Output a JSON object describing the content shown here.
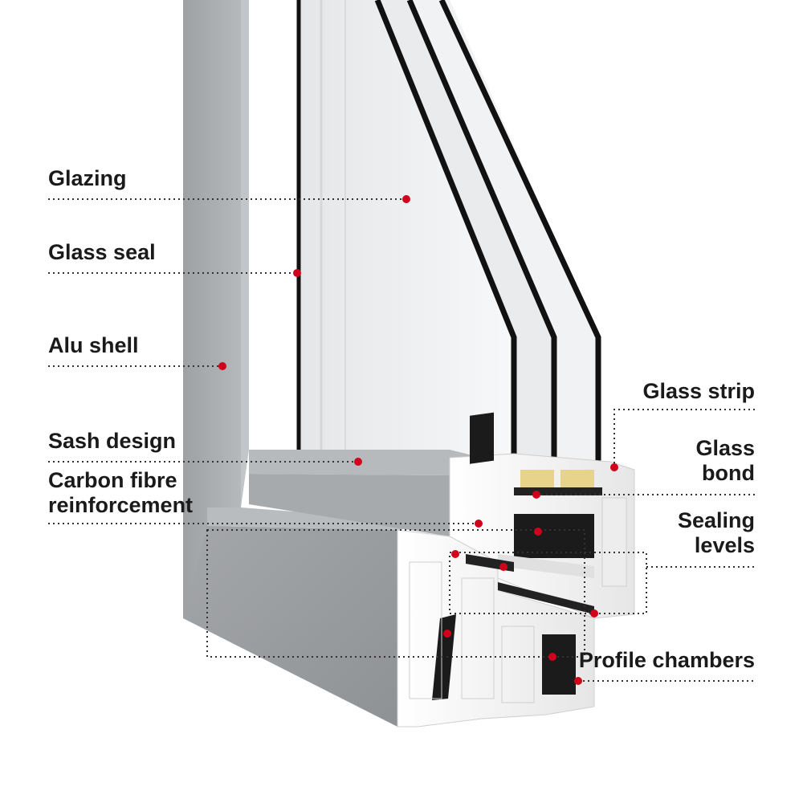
{
  "colors": {
    "marker": "#d0021b",
    "leader_line": "#333333",
    "alu_shell": "#a9acaf",
    "pvc_profile": "#f4f4f4",
    "reinforcement": "#1b1b1b",
    "glass": "#eceeef"
  },
  "labels": {
    "glazing": "Glazing",
    "glass_seal": "Glass seal",
    "alu_shell": "Alu shell",
    "sash_design": "Sash design",
    "carbon_fibre_line1": "Carbon fibre",
    "carbon_fibre_line2": "reinforcement",
    "glass_strip": "Glass strip",
    "glass_bond_line1": "Glass",
    "glass_bond_line2": "bond",
    "sealing_levels_line1": "Sealing",
    "sealing_levels_line2": "levels",
    "profile_chambers": "Profile chambers"
  }
}
